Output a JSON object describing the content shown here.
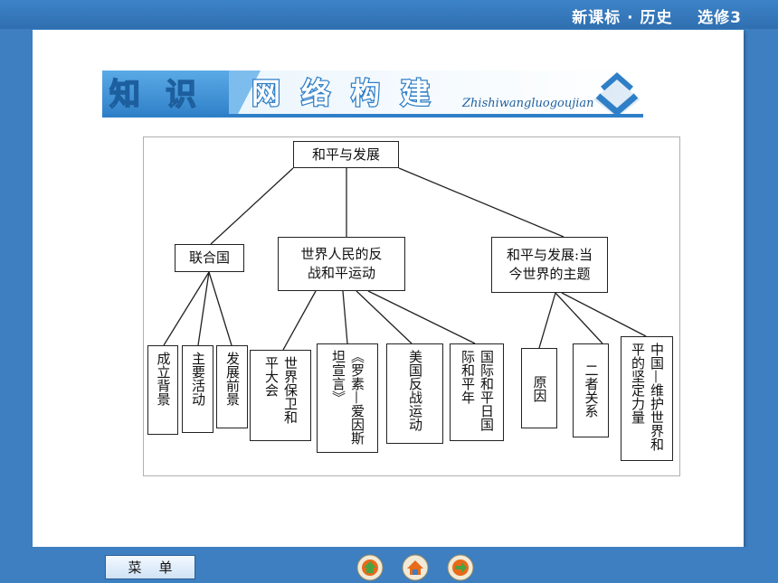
{
  "header": {
    "course": "新课标 · 历史    选修3"
  },
  "banner": {
    "chars": [
      "知",
      "识",
      "网",
      "络",
      "构",
      "建"
    ],
    "pinyin": "Zhishiwangluogoujian"
  },
  "diagram": {
    "root": "和平与发展",
    "branches": [
      {
        "label": "联合国",
        "children": [
          "成立背景",
          "主要活动",
          "发展前景"
        ]
      },
      {
        "label_lines": [
          "世界人民的反",
          "战和平运动"
        ],
        "children": [
          "世界保卫和平大会",
          "《罗素—爱因斯坦宣言》",
          "美国反战运动",
          "国际和平日国际和平年"
        ]
      },
      {
        "label_lines": [
          "和平与发展:当",
          "今世界的主题"
        ],
        "children": [
          "原因",
          "二者关系",
          "中国—维护世界和平的坚定力量"
        ]
      }
    ]
  },
  "footer": {
    "menu_label": "菜    单",
    "nav_icons": [
      "prev-page-icon",
      "home-icon",
      "next-page-icon"
    ]
  },
  "colors": {
    "background": "#3d7fc0",
    "banner_blue": "#2f88d6",
    "banner_light": "#d8ecfa"
  }
}
